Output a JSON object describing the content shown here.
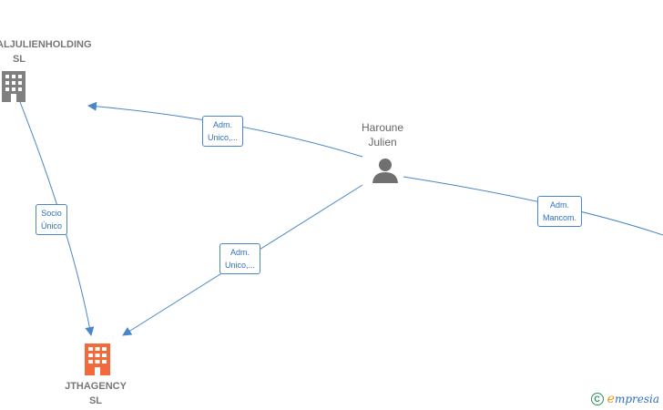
{
  "nodes": {
    "holding": {
      "line1": "ALJULIENHOLDING",
      "line2": "SL",
      "icon": "building-icon",
      "color": "#808080"
    },
    "person": {
      "line1": "Haroune",
      "line2": "Julien",
      "icon": "person-icon",
      "color": "#707070"
    },
    "target": {
      "line1": "JTHAGENCY",
      "line2": "SL",
      "icon": "building-icon",
      "color": "#f26a3b"
    }
  },
  "edges": [
    {
      "id": "person-holding",
      "line1": "Adm.",
      "line2": "Unico,..."
    },
    {
      "id": "holding-target",
      "line1": "Socio",
      "line2": "Único"
    },
    {
      "id": "person-target",
      "line1": "Adm.",
      "line2": "Unico,..."
    },
    {
      "id": "person-offscreen",
      "line1": "Adm.",
      "line2": "Mancom."
    }
  ],
  "colors": {
    "edge": "#4a86c8"
  },
  "brand": {
    "copyright_symbol": "C",
    "first_letter": "e",
    "rest": "mpresia"
  }
}
